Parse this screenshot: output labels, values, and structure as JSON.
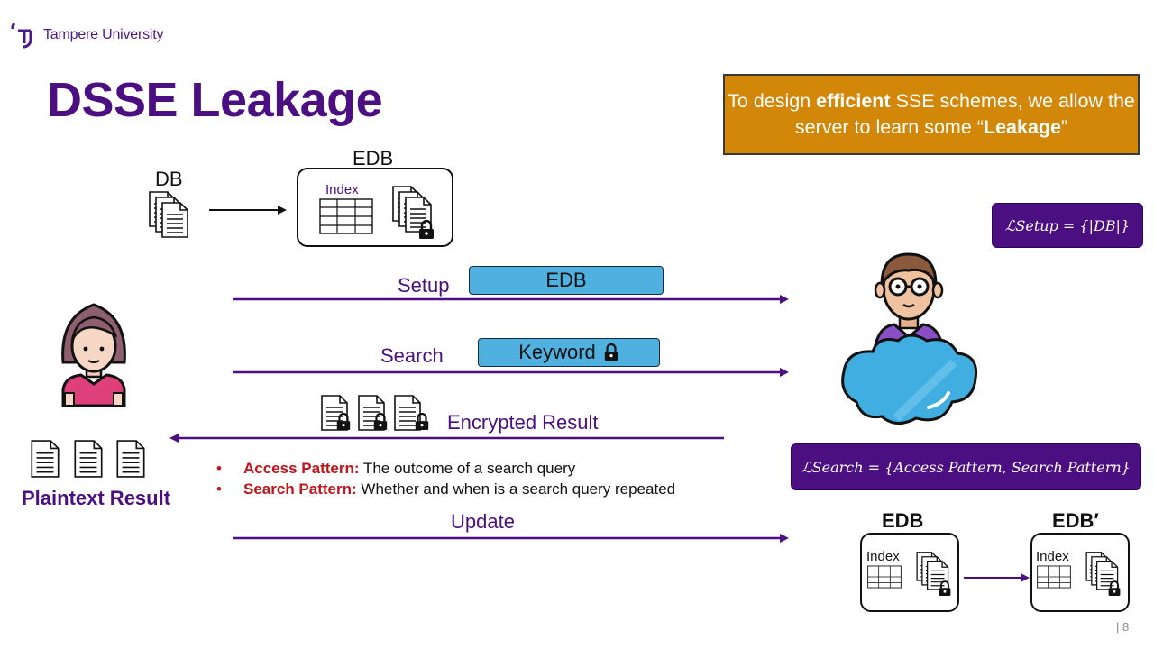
{
  "logo": {
    "text": "Tampere University"
  },
  "title": "DSSE Leakage",
  "callout": {
    "pre": "To design ",
    "bold1": "efficient",
    "mid": " SSE schemes, we allow the server to learn some “",
    "bold2": "Leakage",
    "post": "”"
  },
  "leakage_setup": "ℒSetup = {|DB|}",
  "leakage_search": "ℒSearch = {Access Pattern, Search Pattern}",
  "db_label": "DB",
  "edb_top_label": "EDB",
  "index_label": "Index",
  "setup_label": "Setup",
  "setup_pill": "EDB",
  "search_label": "Search",
  "search_pill": "Keyword",
  "encrypted_result_label": "Encrypted Result",
  "plaintext_result_label": "Plaintext Result",
  "bullets": [
    {
      "bold": "Access Pattern:",
      "text": " The outcome of a search query"
    },
    {
      "bold": "Search Pattern:",
      "text": " Whether and when is a search query repeated"
    }
  ],
  "update_label": "Update",
  "edb_left_label": "EDB",
  "edb_right_label": "EDB′",
  "page_number": "| 8",
  "colors": {
    "purple": "#4b0f82",
    "orange": "#d28708",
    "blue": "#4fb1df"
  },
  "icons": [
    "logo-mark-icon",
    "documents-icon",
    "table-icon",
    "locked-documents-icon",
    "lock-icon",
    "woman-avatar-icon",
    "man-avatar-icon",
    "cloud-icon",
    "document-icon",
    "arrow-icon"
  ]
}
